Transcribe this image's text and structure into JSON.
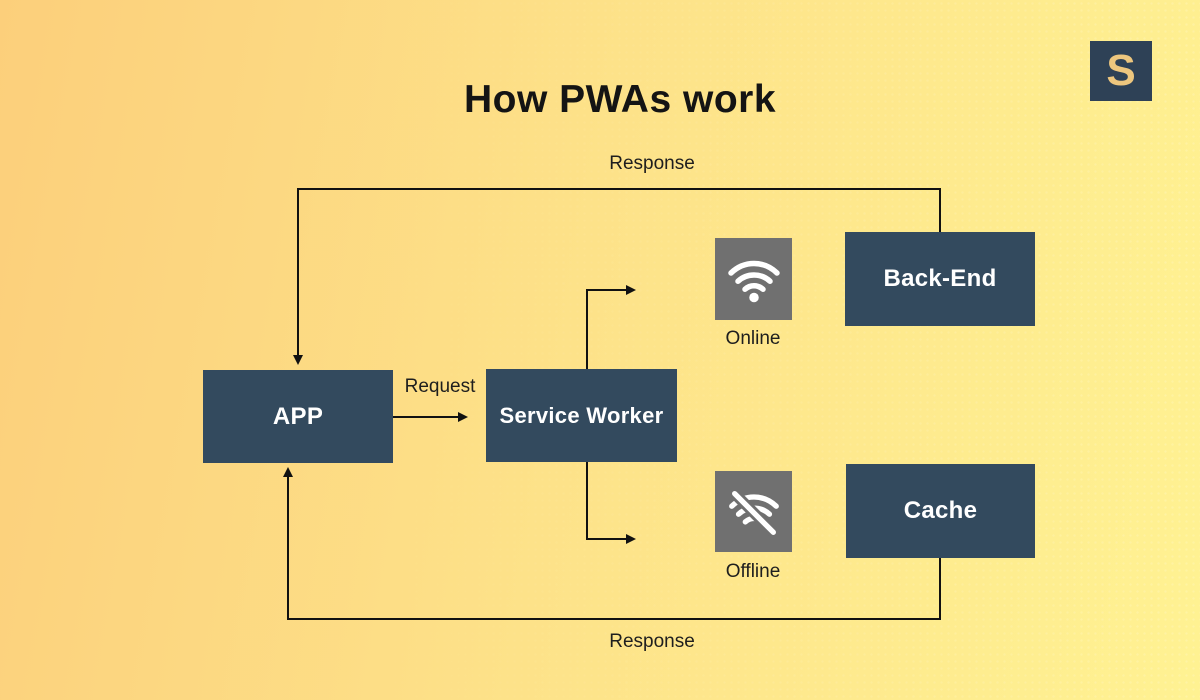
{
  "title": "How PWAs work",
  "logo": {
    "letter": "S"
  },
  "nodes": {
    "app": {
      "label": "APP"
    },
    "service_worker": {
      "label": "Service Worker"
    },
    "back_end": {
      "label": "Back-End"
    },
    "cache": {
      "label": "Cache"
    }
  },
  "status_icons": {
    "online": {
      "label": "Online",
      "icon": "wifi-icon"
    },
    "offline": {
      "label": "Offline",
      "icon": "wifi-off-icon"
    }
  },
  "edge_labels": {
    "request": "Request",
    "response_top": "Response",
    "response_bottom": "Response"
  },
  "colors": {
    "background_left": "#fccf7b",
    "background_right": "#fff292",
    "node_fill": "#334a5e",
    "node_text": "#ffffff",
    "icon_tile_fill": "#707070",
    "icon_glyph": "#ffffff",
    "arrow": "#111111",
    "logo_background": "#2e4156",
    "logo_letter": "#edc67e",
    "title_text": "#141414"
  }
}
